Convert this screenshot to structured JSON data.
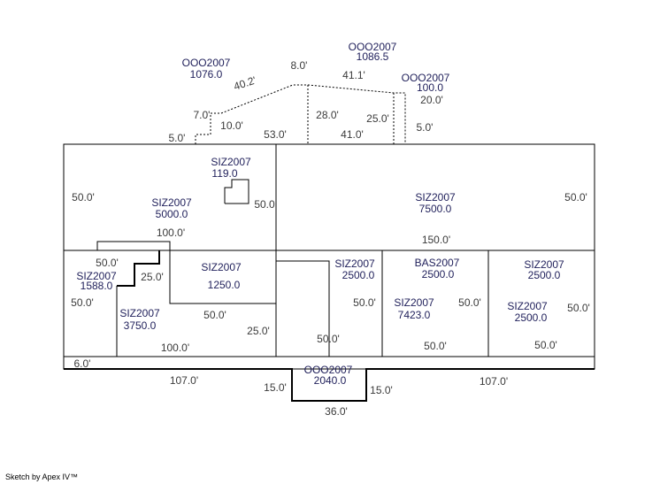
{
  "credit": "Sketch by Apex IV™",
  "areas": {
    "ooo_left_code": "OOO2007",
    "ooo_left_value": "1076.0",
    "ooo_top_code": "OOO2007",
    "ooo_top_value": "1086.5",
    "ooo_right_code": "OOO2007",
    "ooo_right_value": "100.0",
    "siz_small_code": "SIZ2007",
    "siz_small_value": "119.0",
    "siz_left_code": "SIZ2007",
    "siz_left_value": "5000.0",
    "siz_big_code": "SIZ2007",
    "siz_big_value": "7500.0",
    "siz_1250_code": "SIZ2007",
    "siz_1250_value": "1250.0",
    "siz_1588_code": "SIZ2007",
    "siz_1588_value": "1588.0",
    "siz_3750_code": "SIZ2007",
    "siz_3750_value": "3750.0",
    "siz_2500a_code": "SIZ2007",
    "siz_2500a_value": "2500.0",
    "bas_code": "BAS2007",
    "bas_value": "2500.0",
    "siz_7423_code": "SIZ2007",
    "siz_7423_value": "7423.0",
    "siz_2500b_code": "SIZ2007",
    "siz_2500b_value": "2500.0",
    "siz_2500c_code": "SIZ2007",
    "siz_2500c_value": "2500.0",
    "ooo_bottom_code": "OOO2007",
    "ooo_bottom_value": "2040.0"
  },
  "dims": {
    "d_40_2": "40.2'",
    "d_8_0": "8.0'",
    "d_41_1": "41.1'",
    "d_20_0": "20.0'",
    "d_7_0": "7.0'",
    "d_10_0": "10.0'",
    "d_28_0": "28.0'",
    "d_25_0_top": "25.0'",
    "d_5_0_left": "5.0'",
    "d_53_0": "53.0'",
    "d_41_0": "41.0'",
    "d_5_0_right": "5.0'",
    "d_50_left_top": "50.0'",
    "d_50_small": "50.0",
    "d_100_0_a": "100.0'",
    "d_50_right_top": "50.0'",
    "d_150_0": "150.0'",
    "d_50_b1": "50.0'",
    "d_25_0_mid": "25.0'",
    "d_50_left_bottom": "50.0'",
    "d_50_b2": "50.0'",
    "d_25_0_b": "25.0'",
    "d_100_0_b": "100.0'",
    "d_50_b3": "50.0'",
    "d_50_b4": "50.0'",
    "d_50_b5": "50.0'",
    "d_50_b6": "50.0'",
    "d_50_b7": "50.0'",
    "d_50_b8": "50.0'",
    "d_6_0": "6.0'",
    "d_107_0_left": "107.0'",
    "d_15_0_left": "15.0'",
    "d_15_0_right": "15.0'",
    "d_36_0": "36.0'",
    "d_107_0_right": "107.0'"
  }
}
